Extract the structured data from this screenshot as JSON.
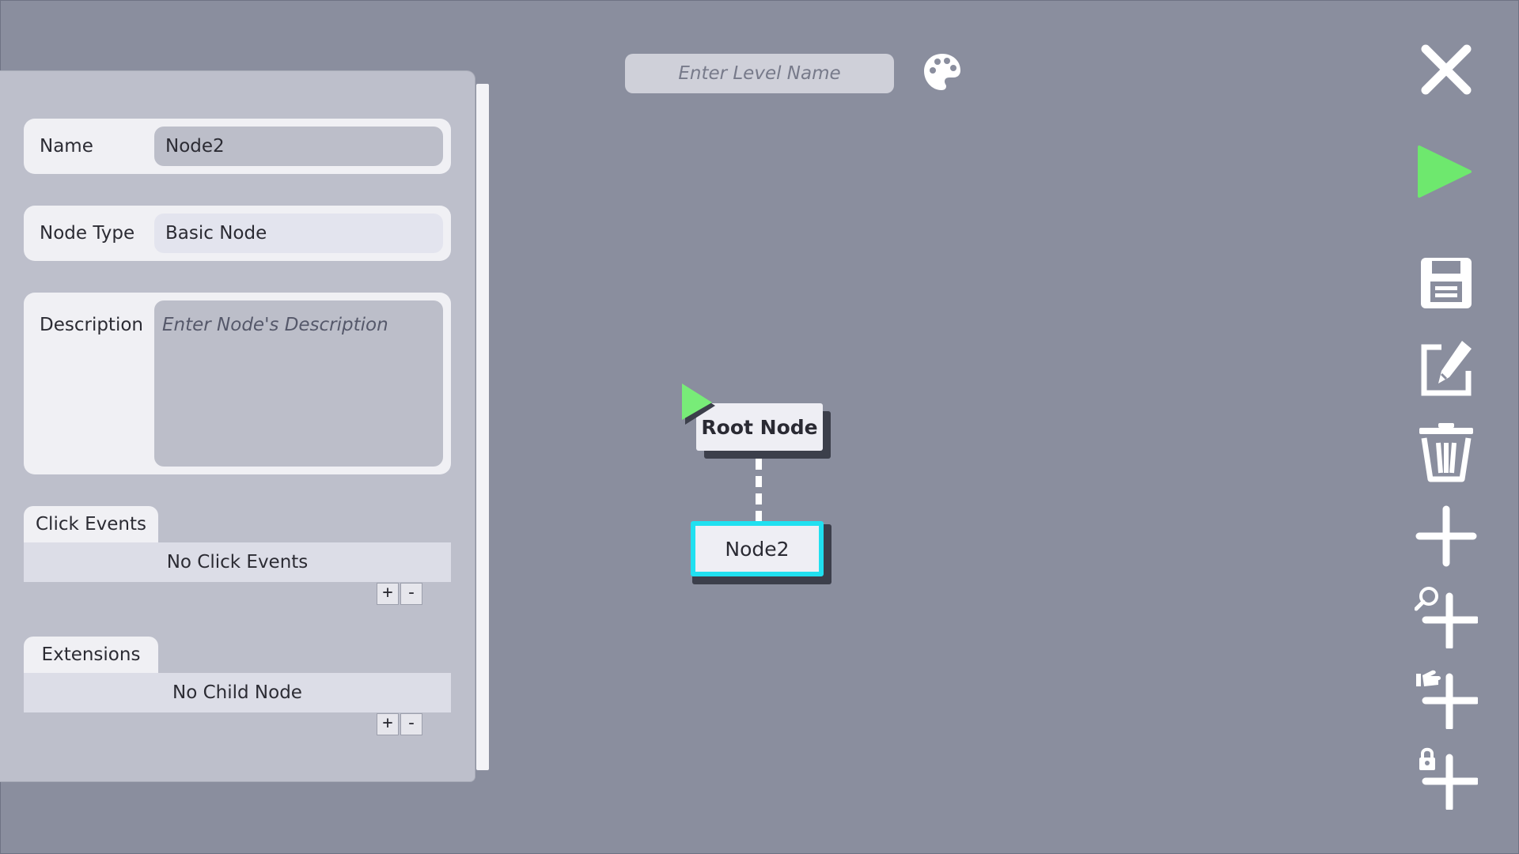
{
  "toolbar": {
    "level_name_placeholder": "Enter Level Name"
  },
  "inspector": {
    "name_label": "Name",
    "name_value": "Node2",
    "type_label": "Node Type",
    "type_value": "Basic Node",
    "description_label": "Description",
    "description_placeholder": "Enter Node's Description",
    "click_events_tab": "Click Events",
    "click_events_empty": "No Click Events",
    "extensions_tab": "Extensions",
    "extensions_empty": "No Child Node",
    "add_label": "+",
    "remove_label": "-"
  },
  "graph": {
    "root_label": "Root Node",
    "child_label": "Node2"
  },
  "colors": {
    "background": "#8a8e9e",
    "panel": "#bdbfcb",
    "selection": "#20e0f0",
    "play_green": "#6ee86e",
    "start_flag": "#78ec78"
  },
  "icons": [
    "palette-icon",
    "close-icon",
    "play-icon",
    "save-icon",
    "edit-icon",
    "trash-icon",
    "add-icon",
    "add-search-node-icon",
    "add-hand-node-icon",
    "add-locked-node-icon"
  ]
}
